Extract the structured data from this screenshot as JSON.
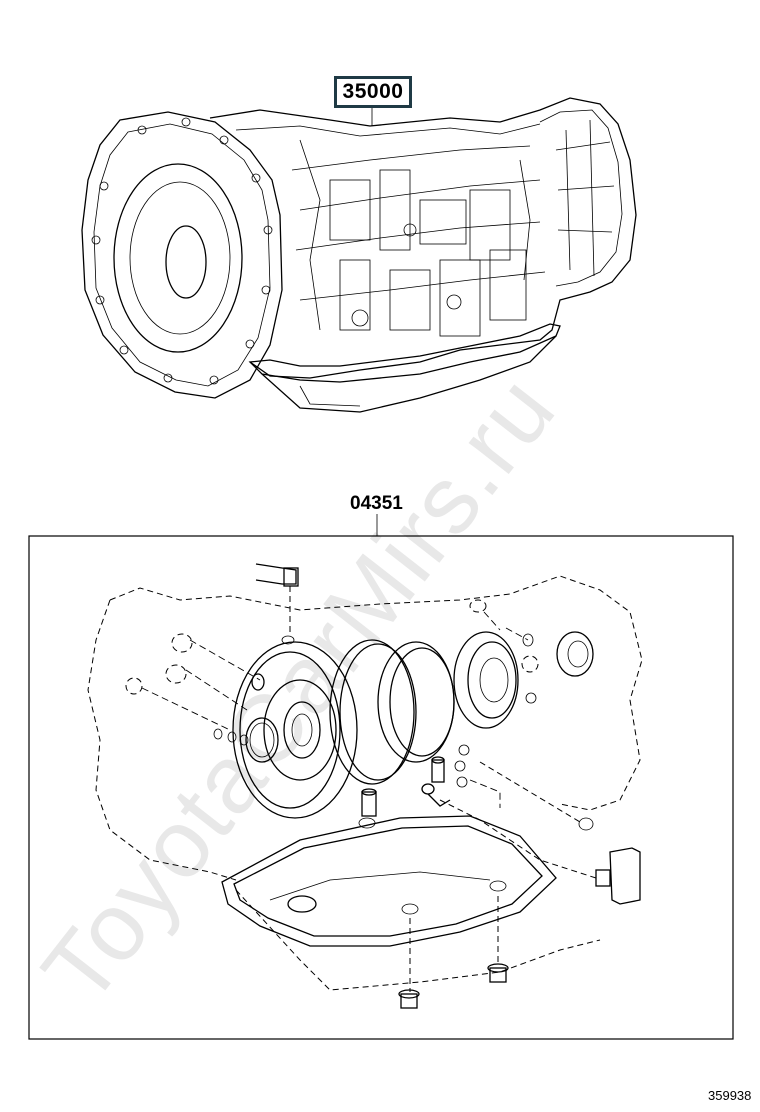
{
  "labels": {
    "assembly_part_number": "35000",
    "gasket_kit_part_number": "04351",
    "diagram_number": "359938"
  },
  "watermark": {
    "text": "ToyotaCarMirs.ru",
    "color": "#e6e6e6"
  },
  "colors": {
    "line": "#000000",
    "label_border": "#1f3a45",
    "background": "#ffffff"
  }
}
